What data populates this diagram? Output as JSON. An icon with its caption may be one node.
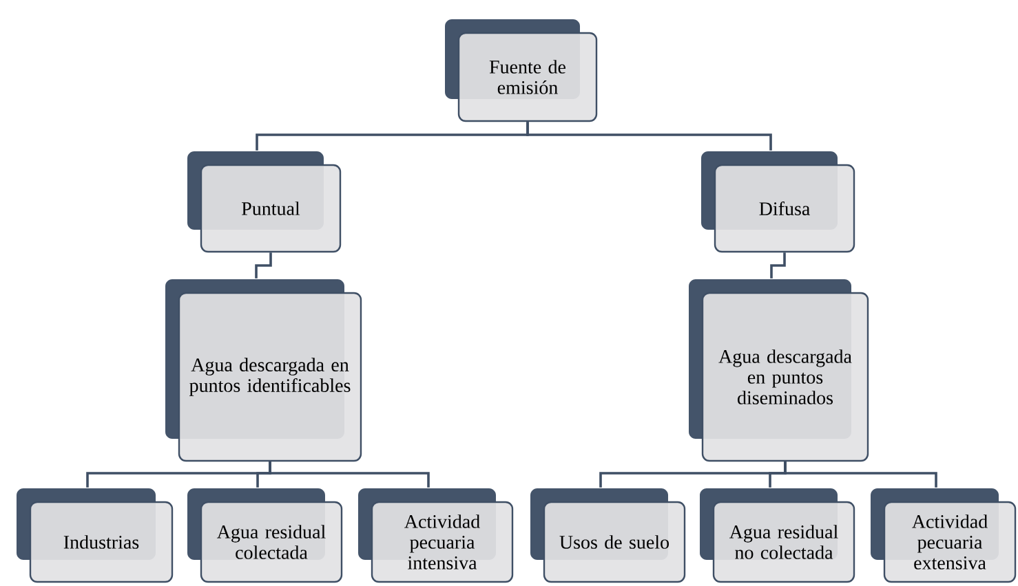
{
  "diagram": {
    "nodes": [
      {
        "text": [
          "Fuente de emisión"
        ]
      },
      {
        "text": [
          "Puntual"
        ]
      },
      {
        "text": [
          "Difusa"
        ]
      },
      {
        "text": [
          "Agua descargada en puntos identificables"
        ]
      },
      {
        "text": [
          "Agua descargada en puntos diseminados"
        ]
      },
      {
        "text": [
          "Industrias"
        ]
      },
      {
        "text": [
          "Agua residual colectada"
        ]
      },
      {
        "text": [
          "Actividad pecuaria intensiva"
        ]
      },
      {
        "text": [
          "Usos de suelo"
        ]
      },
      {
        "text": [
          "Agua residual no colectada"
        ]
      },
      {
        "text": [
          "Actividad pecuaria extensiva"
        ]
      }
    ],
    "edges": [
      {
        "from": 0,
        "to": 1,
        "arrow": "none"
      },
      {
        "from": 0,
        "to": 2,
        "arrow": "none"
      },
      {
        "from": 1,
        "to": 3,
        "arrow": "none"
      },
      {
        "from": 2,
        "to": 4,
        "arrow": "none"
      },
      {
        "from": 3,
        "to": 5,
        "arrow": "none"
      },
      {
        "from": 3,
        "to": 6,
        "arrow": "none"
      },
      {
        "from": 3,
        "to": 7,
        "arrow": "none"
      },
      {
        "from": 4,
        "to": 8,
        "arrow": "none"
      },
      {
        "from": 4,
        "to": 9,
        "arrow": "none"
      },
      {
        "from": 4,
        "to": 10,
        "arrow": "none"
      }
    ]
  }
}
